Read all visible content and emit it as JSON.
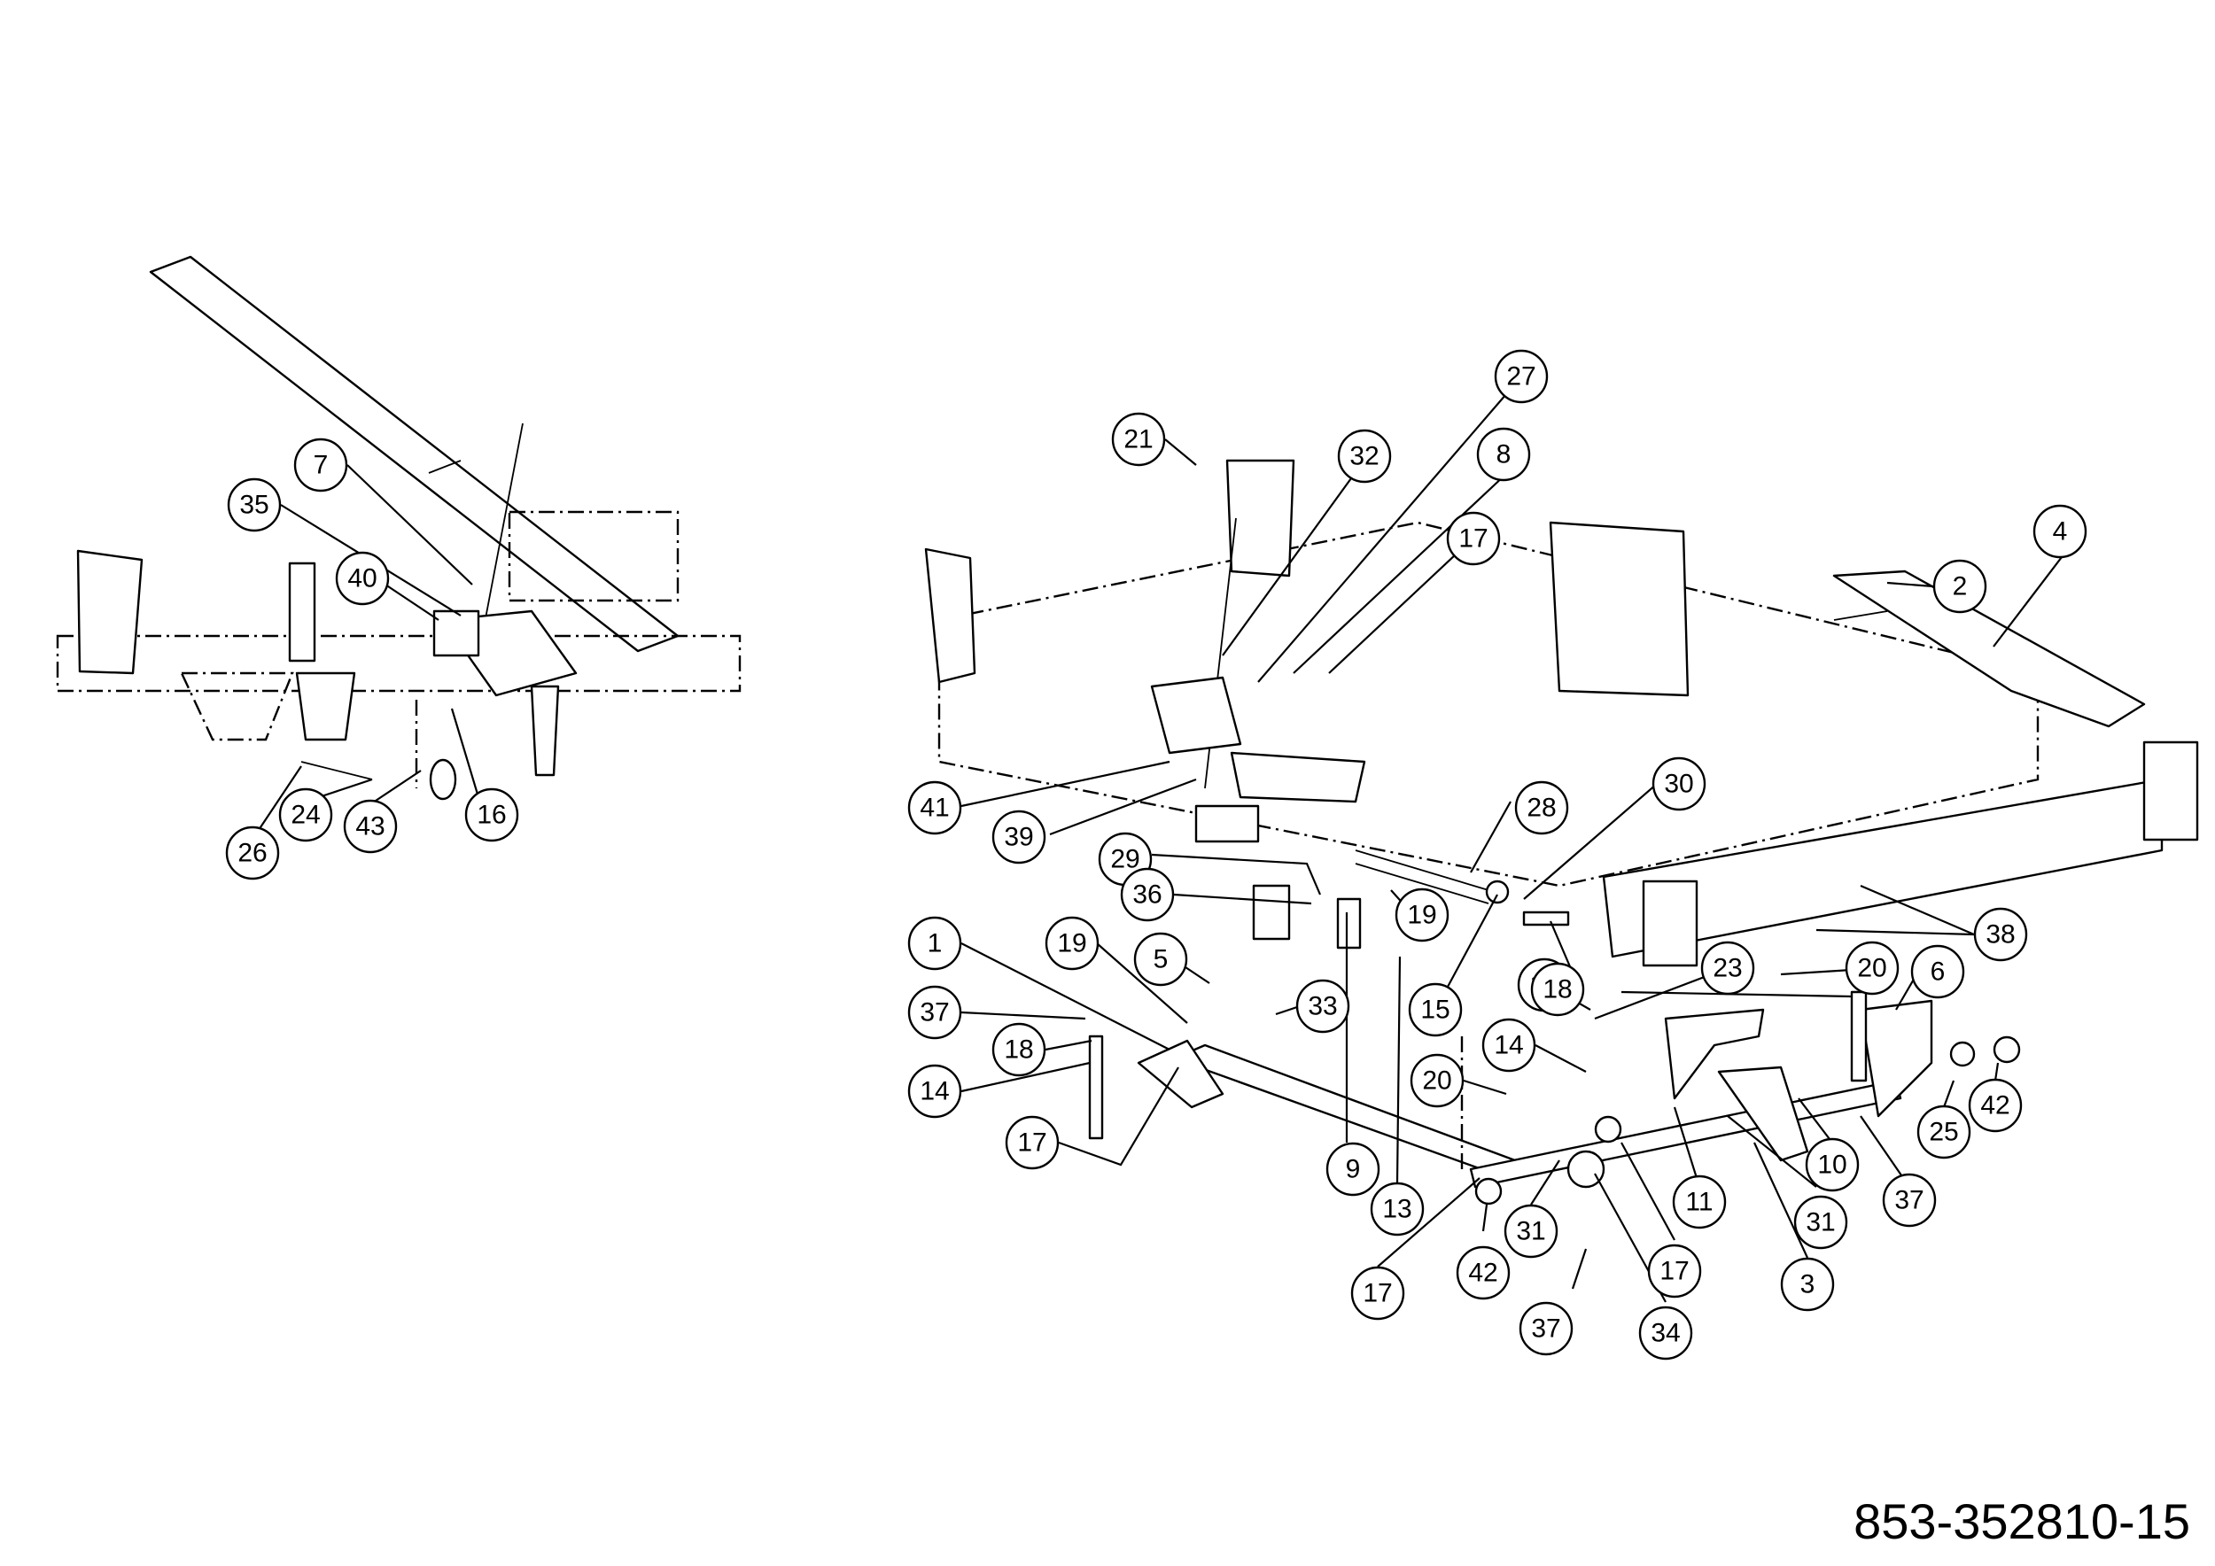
{
  "drawing_code": "853-352810-15",
  "colors": {
    "ink": "#000000",
    "paper": "#ffffff"
  },
  "callouts": [
    "7",
    "35",
    "40",
    "24",
    "43",
    "16",
    "26",
    "21",
    "32",
    "27",
    "8",
    "17",
    "4",
    "2",
    "41",
    "39",
    "28",
    "30",
    "29",
    "36",
    "19",
    "15",
    "12",
    "18",
    "23",
    "20",
    "6",
    "38",
    "1",
    "19",
    "5",
    "33",
    "37",
    "18",
    "14",
    "17",
    "20",
    "14",
    "9",
    "13",
    "17",
    "42",
    "31",
    "17",
    "34",
    "37",
    "11",
    "3",
    "31",
    "10",
    "37",
    "25",
    "42"
  ]
}
